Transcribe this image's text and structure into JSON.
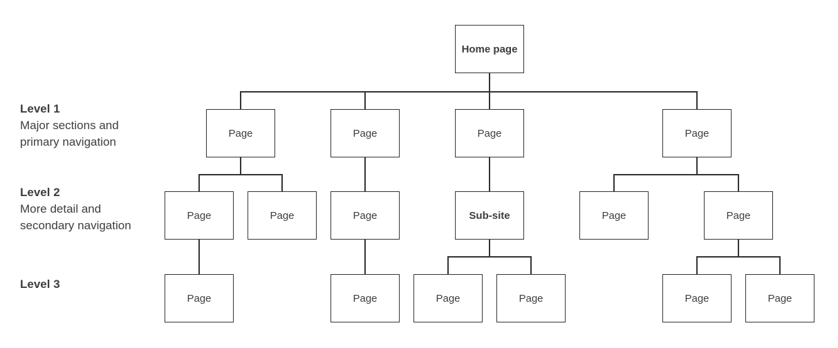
{
  "legend": {
    "level1": {
      "title": "Level 1",
      "line1": "Major sections and",
      "line2": "primary navigation"
    },
    "level2": {
      "title": "Level 2",
      "line1": "More detail and",
      "line2": "secondary navigation"
    },
    "level3": {
      "title": "Level 3"
    }
  },
  "nodes": {
    "home": {
      "label": "Home page"
    },
    "level1": [
      {
        "label": "Page"
      },
      {
        "label": "Page"
      },
      {
        "label": "Page"
      },
      {
        "label": "Page"
      }
    ],
    "level2": [
      {
        "label": "Page"
      },
      {
        "label": "Page"
      },
      {
        "label": "Page"
      },
      {
        "label": "Sub-site"
      },
      {
        "label": "Page"
      },
      {
        "label": "Page"
      }
    ],
    "level3": [
      {
        "label": "Page"
      },
      {
        "label": "Page"
      },
      {
        "label": "Page"
      },
      {
        "label": "Page"
      },
      {
        "label": "Page"
      },
      {
        "label": "Page"
      }
    ]
  },
  "colors": {
    "line": "#333333",
    "text": "#3d3d3d",
    "background": "#ffffff"
  }
}
